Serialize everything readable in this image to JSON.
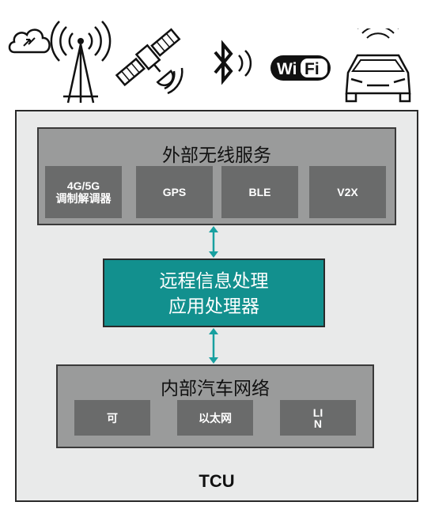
{
  "external_services": {
    "title": "外部无线服务",
    "items": [
      {
        "line1": "4G/5G",
        "line2": "调制解调器"
      },
      {
        "line1": "GPS"
      },
      {
        "line1": "BLE"
      },
      {
        "line1": "V2X"
      }
    ]
  },
  "processor": {
    "line1": "远程信息处理",
    "line2": "应用处理器"
  },
  "internal_network": {
    "title": "内部汽车网络",
    "items": [
      {
        "line1": "可"
      },
      {
        "line1": "以太网"
      },
      {
        "line1": "LI",
        "line2": "N"
      }
    ]
  },
  "tcu_label": "TCU",
  "icons": [
    "cloud-icon",
    "cell-tower-icon",
    "satellite-icon",
    "bluetooth-icon",
    "wifi-icon",
    "car-icon"
  ],
  "colors": {
    "teal": "#12908e",
    "panel_gray": "#9a9b9b",
    "box_gray": "#6a6b6b",
    "background": "#e9eaea"
  }
}
